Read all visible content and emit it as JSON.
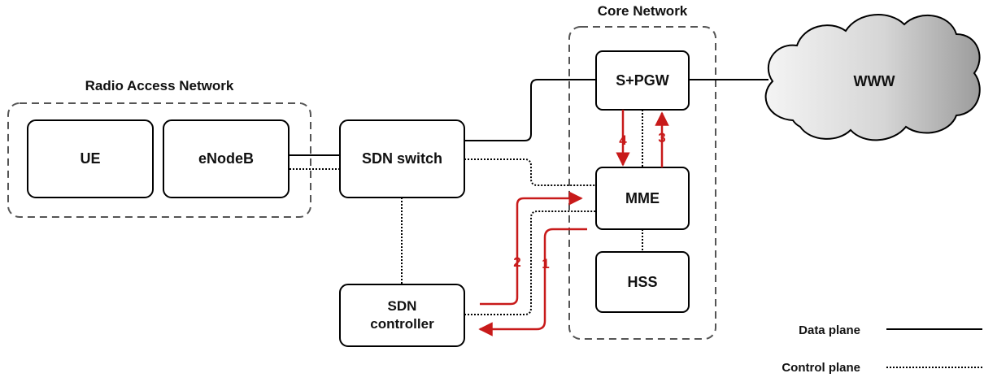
{
  "groups": {
    "ran": "Radio Access Network",
    "core": "Core Network"
  },
  "nodes": {
    "ue": "UE",
    "enodeb": "eNodeB",
    "sdn_switch": "SDN switch",
    "sdn_controller_line1": "SDN",
    "sdn_controller_line2": "controller",
    "spgw": "S+PGW",
    "mme": "MME",
    "hss": "HSS",
    "www": "WWW"
  },
  "steps": [
    "1",
    "2",
    "3",
    "4"
  ],
  "legend": {
    "data_plane": "Data plane",
    "control_plane": "Control plane"
  },
  "colors": {
    "arrow": "#c81a1a",
    "line": "#000000",
    "cloud_dark": "#9a9a9a",
    "cloud_light": "#f2f2f2"
  }
}
